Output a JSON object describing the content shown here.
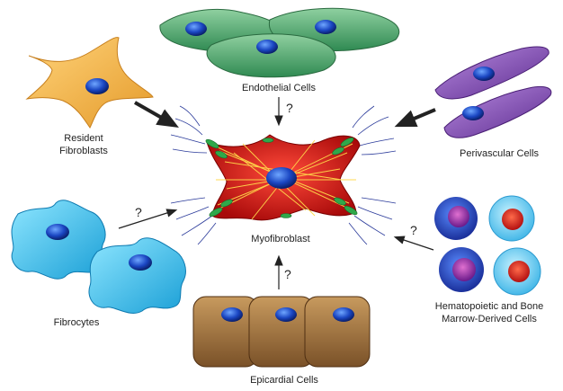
{
  "labels": {
    "endothelial": "Endothelial Cells",
    "resident_line1": "Resident",
    "resident_line2": "Fibroblasts",
    "perivascular": "Perivascular Cells",
    "myofibroblast": "Myofibroblast",
    "fibrocytes": "Fibrocytes",
    "hematopoietic_line1": "Hematopoietic and Bone",
    "hematopoietic_line2": "Marrow-Derived Cells",
    "epicardial": "Epicardial Cells"
  },
  "question_mark": "?"
}
